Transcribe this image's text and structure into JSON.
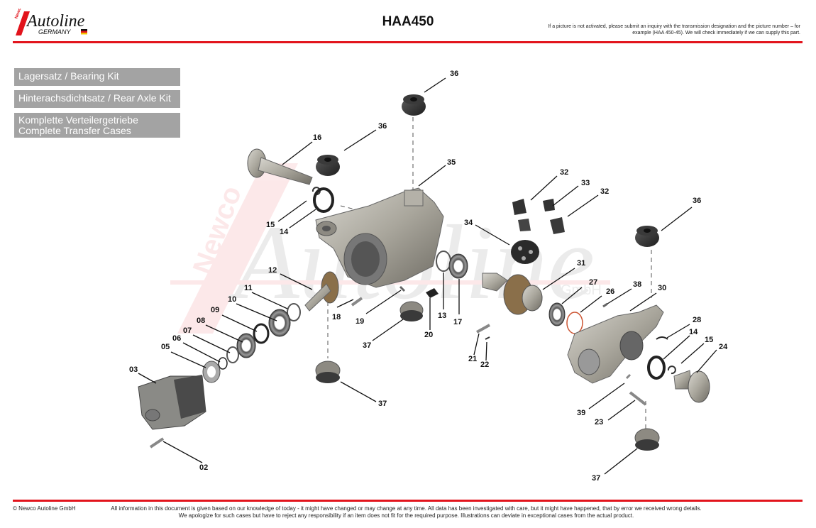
{
  "header": {
    "logo_brand": "Autoline",
    "logo_sub": "GERMANY",
    "logo_prefix": "Newco",
    "title": "HAA450",
    "note": "If a picture is not activated, please submit an inquiry with the transmission designation and the picture number – for example (HAA 450-45). We will check immediately if we can supply this part."
  },
  "sidebar": {
    "buttons": [
      {
        "label": "Lagersatz / Bearing Kit"
      },
      {
        "label": "Hinterachsdichtsatz / Rear Axle Kit"
      },
      {
        "label_line1": "Komplette Verteilergetriebe",
        "label_line2": "Complete Transfer Cases"
      }
    ]
  },
  "watermark": {
    "text": "Autoline",
    "sub": "Newco",
    "gmbh": "GmbH"
  },
  "parts": {
    "p36a": "36",
    "p36b": "36",
    "p36c": "36",
    "p35": "35",
    "p16": "16",
    "p32a": "32",
    "p33": "33",
    "p32b": "32",
    "p15a": "15",
    "p14a": "14",
    "p34": "34",
    "p12": "12",
    "p31": "31",
    "p11": "11",
    "p27": "27",
    "p26": "26",
    "p38": "38",
    "p30": "30",
    "p10": "10",
    "p18": "18",
    "p19": "19",
    "p13": "13",
    "p17": "17",
    "p09": "09",
    "p08": "08",
    "p07": "07",
    "p06": "06",
    "p05": "05",
    "p20": "20",
    "p37a": "37",
    "p28": "28",
    "p14b": "14",
    "p15b": "15",
    "p24": "24",
    "p21": "21",
    "p22": "22",
    "p03": "03",
    "p37b": "37",
    "p39": "39",
    "p23": "23",
    "p02": "02",
    "p37c": "37"
  },
  "footer": {
    "copyright": "© Newco Autoline GmbH",
    "disclaimer_line1": "All information in this document is given based on our knowledge of today - it might have changed or may change at any time. All data has been investigated with care, but it might have happened, that by error we received wrong details.",
    "disclaimer_line2": "We apologize for such cases but have to reject any responsibility if an item does not fit for the required purpose. Illustrations can deviate in exceptional cases from the actual product."
  },
  "colors": {
    "brand_red": "#e2141c",
    "button_gray": "#a3a3a3"
  }
}
